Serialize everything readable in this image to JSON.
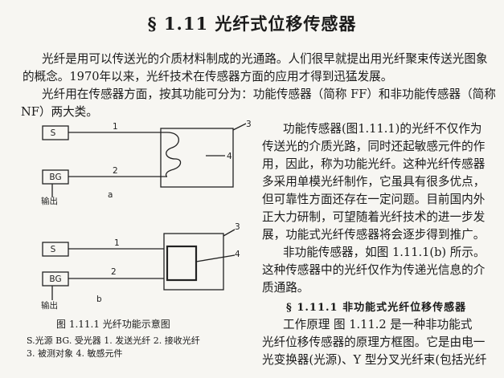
{
  "section_title": "§ 1.11   光纤式位移传感器",
  "para1": [
    "光纤是用可以传送光的介质材料制成的光通路。人们很早就提出用光纤聚束传送光图象",
    "的概念。1970年以来，光纤技术在传感器方面的应用才得到迅猛发展。"
  ],
  "para2": [
    "光纤用在传感器方面，按其功能可分为：功能传感器（简称 FF）和非功能传感器（简称",
    "NF）两大类。"
  ],
  "right_para1": [
    "功能传感器(图1.11.1)的光纤不仅作为",
    "传送光的介质光路，同时还起敏感元件的作",
    "用，因此，称为功能光纤。这种光纤传感器",
    "多采用单模光纤制作，它虽具有很多优点，",
    "但可靠性方面还存在一定问题。目前国内外",
    "正大力研制，可望随着光纤技术的进一步发",
    "展，功能式光纤传感器将会逐步得到推广。"
  ],
  "right_para2": [
    "非功能传感器，如图 1.11.1(b) 所示。",
    "这种传感器中的光纤仅作为传递光信息的介",
    "质通路。"
  ],
  "subsection_title": "§ 1.11.1  非功能式光纤位移传感器",
  "right_para3": [
    "工作原理   图 1.11.2 是一种非功能式",
    "光纤位移传感器的原理方框图。它是由电一",
    "光变换器(光源)、Y 型分叉光纤束(包括光纤"
  ],
  "figure": {
    "source_label": "S",
    "receiver_label": "BG",
    "output_label": "输出",
    "fiber1": "1",
    "fiber2": "2",
    "callout3": "3",
    "callout4": "4",
    "panel_a": "a",
    "panel_b": "b",
    "caption": "图 1.11.1   光纤功能示意图",
    "legend_line1": "S.光源   BG. 受光器   1. 发送光纤   2. 接收光纤",
    "legend_line2": "3. 被测对象   4. 敏感元件"
  }
}
